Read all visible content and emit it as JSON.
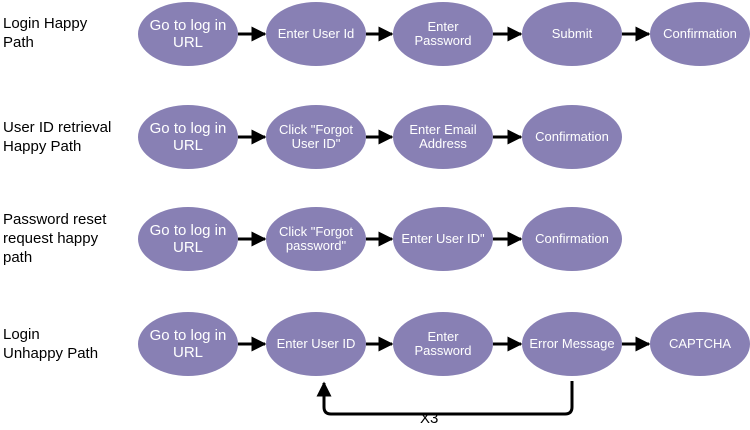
{
  "colors": {
    "node_fill": "#8880b4",
    "node_text": "#ffffff",
    "arrow": "#000000",
    "background": "#ffffff"
  },
  "rows": [
    {
      "label": "Login Happy\nPath",
      "steps": [
        "Go to log in\nURL",
        "Enter User Id",
        "Enter\nPassword",
        "Submit",
        "Confirmation"
      ]
    },
    {
      "label": "User ID retrieval\nHappy Path",
      "steps": [
        "Go to log in\nURL",
        "Click \"Forgot\nUser ID\"",
        "Enter Email\nAddress",
        "Confirmation"
      ]
    },
    {
      "label": "Password reset\nrequest happy\npath",
      "steps": [
        "Go to log in\nURL",
        "Click \"Forgot\npassword\"",
        "Enter User ID\"",
        "Confirmation"
      ]
    },
    {
      "label": "Login\nUnhappy Path",
      "steps": [
        "Go to log in\nURL",
        "Enter User ID",
        "Enter\nPassword",
        "Error Message",
        "CAPTCHA"
      ]
    }
  ],
  "retry_loop": {
    "label": "X3"
  }
}
